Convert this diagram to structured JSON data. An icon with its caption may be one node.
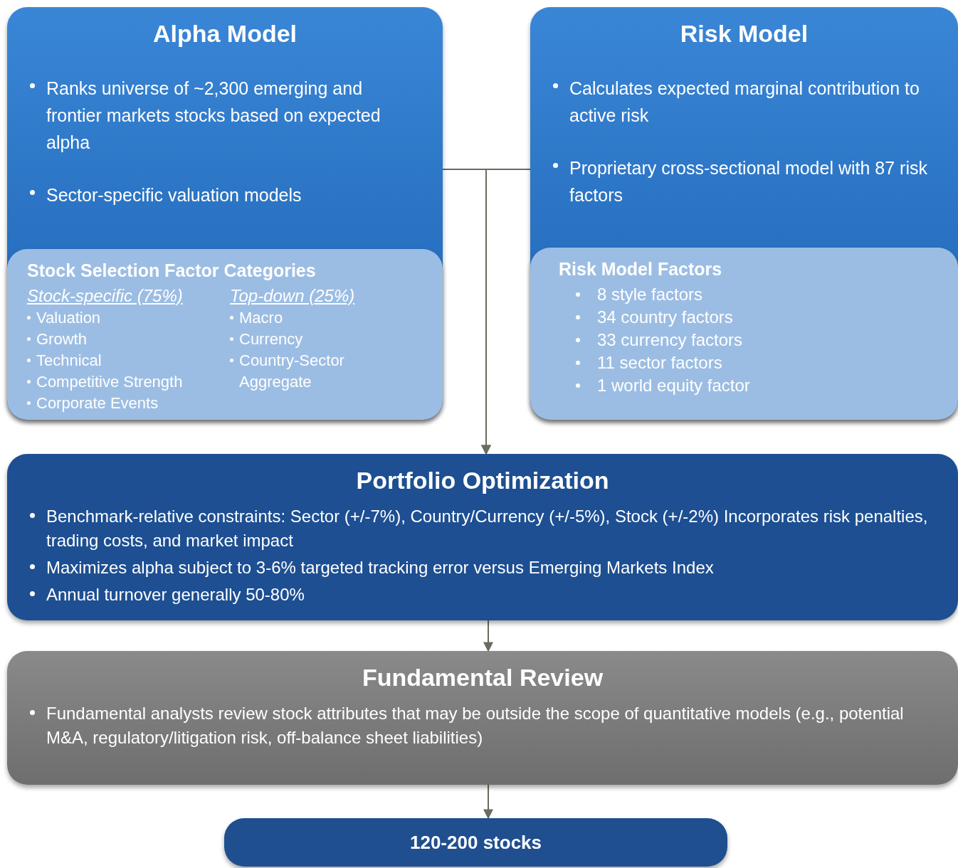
{
  "diagram": {
    "nodes": [
      {
        "text": [
          "Alpha Model",
          "Ranks universe of ~2,300 emerging and frontier markets stocks based on expected alpha",
          "Sector-specific valuation models"
        ]
      },
      {
        "text": [
          "Stock Selection Factor Categories",
          "Stock-specific (75%)",
          "Valuation",
          "Growth",
          "Technical",
          "Competitive Strength",
          "Corporate Events",
          "Top-down (25%)",
          "Macro",
          "Currency",
          "Country-Sector Aggregate"
        ],
        "in": 0
      },
      {
        "text": [
          "Risk Model",
          "Calculates expected marginal contribution to active risk",
          "Proprietary cross-sectional model with 87 risk factors"
        ]
      },
      {
        "text": [
          "Risk Model Factors",
          "8 style factors",
          "34 country factors",
          "33 currency factors",
          "11 sector factors",
          "1 world equity factor"
        ],
        "in": 2
      },
      {
        "text": [
          "Portfolio Optimization",
          "Benchmark-relative constraints: Sector (+/-7%), Country/Currency (+/-5%), Stock (+/-2%) Incorporates risk penalties, trading costs, and market impact",
          "Maximizes alpha subject to 3-6% targeted tracking error versus Emerging Markets Index",
          "Annual turnover generally 50-80%"
        ]
      },
      {
        "text": [
          "Fundamental Review",
          "Fundamental analysts review stock attributes that may be outside the scope of quantitative models (e.g., potential M&A, regulatory/litigation risk, off-balance sheet liabilities)"
        ]
      },
      {
        "text": [
          "120-200 stocks"
        ]
      }
    ],
    "edges": [
      {
        "from": 0,
        "to": 4,
        "arrow": "to"
      },
      {
        "from": 2,
        "to": 4,
        "arrow": "to"
      },
      {
        "from": 4,
        "to": 5,
        "arrow": "to"
      },
      {
        "from": 5,
        "to": 6,
        "arrow": "to"
      }
    ]
  }
}
